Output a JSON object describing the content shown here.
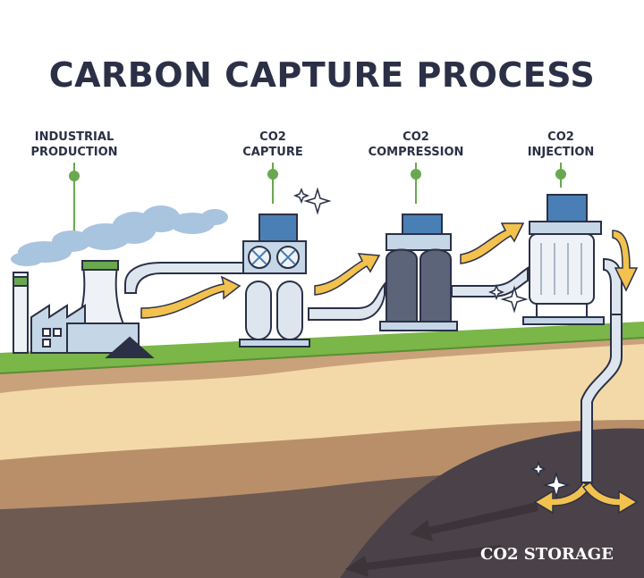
{
  "title": "CARBON CAPTURE PROCESS",
  "steps": [
    {
      "line1": "INDUSTRIAL",
      "line2": "PRODUCTION"
    },
    {
      "line1": "CO2",
      "line2": "CAPTURE"
    },
    {
      "line1": "CO2",
      "line2": "COMPRESSION"
    },
    {
      "line1": "CO2",
      "line2": "INJECTION"
    }
  ],
  "storage_label": "CO2 STORAGE",
  "colors": {
    "title": "#2b3046",
    "marker": "#6aa84f",
    "grass": "#7ab648",
    "arrow": "#f2c14e",
    "soil_light": "#f3d9a8",
    "soil_mid": "#c9a27c",
    "soil_dark": "#6f5a52",
    "storage_rock": "#4a4248"
  }
}
